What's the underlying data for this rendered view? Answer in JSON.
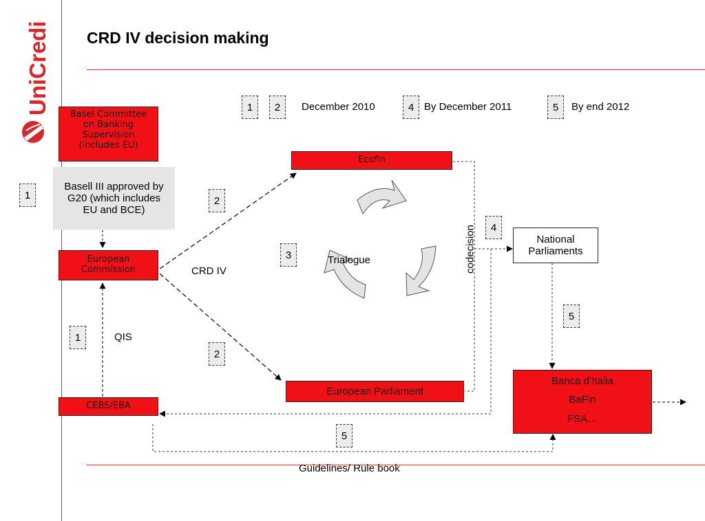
{
  "title": "CRD IV decision making",
  "brand": {
    "name": "UniCredit",
    "logo_color": "#d9262b"
  },
  "legend": {
    "badge_1": "1",
    "badge_2": "2",
    "badge_1_2_text": "December 2010",
    "badge_4": "4",
    "badge_4_text": "By December 2011",
    "badge_5": "5",
    "badge_5_text": "By end 2012"
  },
  "nodes": {
    "basel_committee": "Basel Committee on Banking Supervision (includes EU)",
    "basel_note": "Basell III approved by G20 (which includes EU and BCE)",
    "european_commission": "European Commission",
    "cebs_eba": "CEBS/EBA",
    "ecofin": "Ecofin",
    "european_parliament": "European Parliament",
    "national_parliaments": "National Parliaments",
    "regulators": [
      "Banca d’Italia",
      "BaFin",
      "FSA…"
    ]
  },
  "labels": {
    "crd_iv": "CRD IV",
    "qis": "QIS",
    "trialogue": "Trialogue",
    "codecision": "codecision",
    "guidelines": "Guidelines/ Rule book"
  },
  "step_badges": {
    "basel_step": "1",
    "qis_step": "1",
    "ecofin_step": "2",
    "parliament_step": "2",
    "trialogue_step": "3",
    "codecision_step": "4",
    "national_step": "5",
    "guidelines_step": "5"
  },
  "colors": {
    "accent_red": "#d9262b",
    "box_red": "#f01016",
    "note_grey": "#e5e5e5"
  }
}
